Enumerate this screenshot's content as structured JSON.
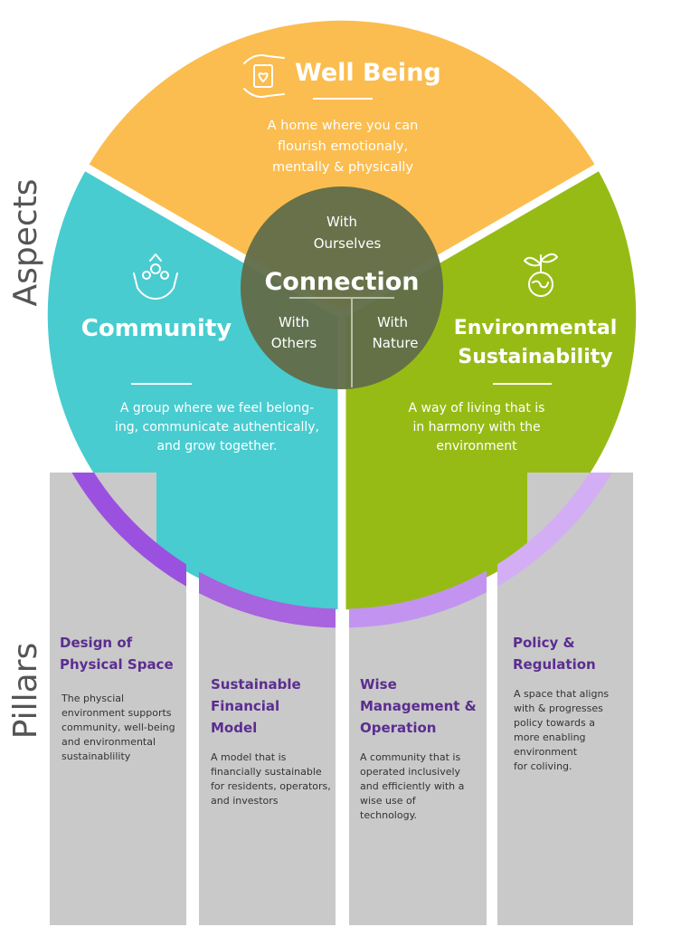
{
  "side_labels": {
    "aspects": "Aspects",
    "pillars": "Pillars"
  },
  "center": {
    "title": "Connection",
    "top_line1": "With",
    "top_line2": "Ourselves",
    "left_line1": "With",
    "left_line2": "Others",
    "right_line1": "With",
    "right_line2": "Nature"
  },
  "aspects": {
    "well_being": {
      "title": "Well Being",
      "desc": [
        "A home where you can",
        "flourish emotionaly,",
        "mentally & physically"
      ]
    },
    "community": {
      "title": "Community",
      "desc": [
        "A group where we feel belong-",
        "ing, communicate authentically,",
        "and grow together."
      ]
    },
    "environment": {
      "title_line1": "Environmental",
      "title_line2": "Sustainability",
      "desc": [
        "A way of living that is",
        "in harmony with the",
        "environment"
      ]
    }
  },
  "pillars": [
    {
      "title": [
        "Design of",
        "Physical Space"
      ],
      "desc": [
        "The physcial",
        "environment supports",
        "community, well-being",
        "and environmental",
        "sustainablility"
      ]
    },
    {
      "title": [
        "Sustainable",
        "Financial",
        "Model"
      ],
      "desc": [
        "A model that is",
        "financially sustainable",
        "for residents, operators,",
        "and investors"
      ]
    },
    {
      "title": [
        "Wise",
        "Management &",
        "Operation"
      ],
      "desc": [
        "A community that is",
        "operated inclusively",
        "and efficiently with a",
        "wise use of",
        "technology."
      ]
    },
    {
      "title": [
        "Policy &",
        "Regulation"
      ],
      "desc": [
        "A space that aligns",
        "with & progresses",
        "policy towards a",
        "more enabling",
        "environment",
        "for coliving."
      ]
    }
  ],
  "colors": {
    "well_being": "#fbbd4f",
    "community": "#48ccd0",
    "environment": "#97bb15",
    "center": "#626d4a",
    "pillar_gray": "#c9c9c9",
    "purple_dark": "#5b2d90",
    "arc_purple_1": "#9b51e0",
    "arc_purple_2": "#a863df",
    "arc_purple_3": "#c294f0",
    "arc_purple_4": "#d3aef5",
    "label_gray": "#555555"
  }
}
